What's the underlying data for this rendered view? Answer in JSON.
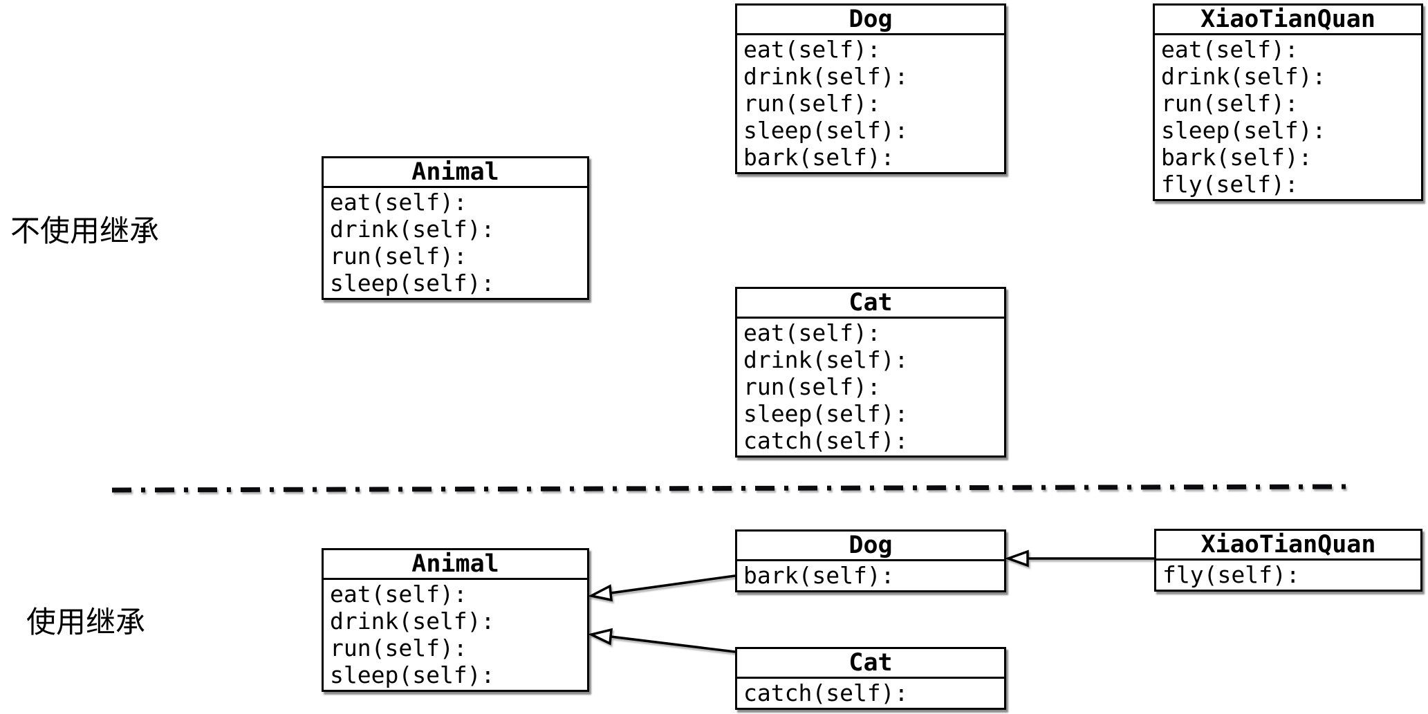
{
  "sections": {
    "top": {
      "label": "不使用继承",
      "classes": {
        "animal": {
          "title": "Animal",
          "methods": [
            "eat(self):",
            "drink(self):",
            "run(self):",
            "sleep(self):"
          ]
        },
        "dog": {
          "title": "Dog",
          "methods": [
            "eat(self):",
            "drink(self):",
            "run(self):",
            "sleep(self):",
            "bark(self):"
          ]
        },
        "xiaotianquan": {
          "title": "XiaoTianQuan",
          "methods": [
            "eat(self):",
            "drink(self):",
            "run(self):",
            "sleep(self):",
            "bark(self):",
            "fly(self):"
          ]
        },
        "cat": {
          "title": "Cat",
          "methods": [
            "eat(self):",
            "drink(self):",
            "run(self):",
            "sleep(self):",
            "catch(self):"
          ]
        }
      }
    },
    "bottom": {
      "label": "使用继承",
      "classes": {
        "animal": {
          "title": "Animal",
          "methods": [
            "eat(self):",
            "drink(self):",
            "run(self):",
            "sleep(self):"
          ]
        },
        "dog": {
          "title": "Dog",
          "methods": [
            "bark(self):"
          ]
        },
        "xiaotianquan": {
          "title": "XiaoTianQuan",
          "methods": [
            "fly(self):"
          ]
        },
        "cat": {
          "title": "Cat",
          "methods": [
            "catch(self):"
          ]
        }
      },
      "relations": [
        {
          "from": "Dog",
          "to": "Animal",
          "type": "inheritance"
        },
        {
          "from": "Cat",
          "to": "Animal",
          "type": "inheritance"
        },
        {
          "from": "XiaoTianQuan",
          "to": "Dog",
          "type": "inheritance"
        }
      ]
    }
  },
  "colors": {
    "border": "#000000",
    "fill": "#ffffff",
    "text": "#000000",
    "background": "#ffffff"
  }
}
